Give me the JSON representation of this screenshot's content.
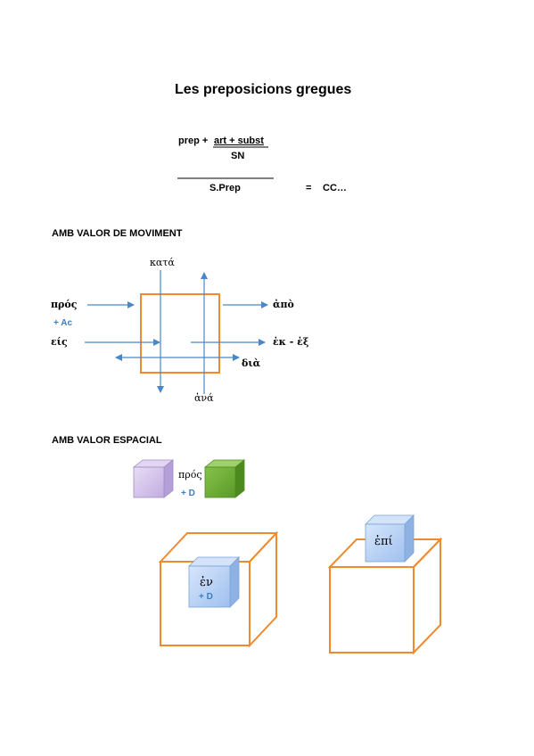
{
  "title": "Les preposicions gregues",
  "formula": {
    "prep": "prep +",
    "art_subst": "art + subst",
    "sn": "SN",
    "sprep": "S.Prep",
    "equals": "=",
    "cc": "CC…"
  },
  "sections": {
    "moviment": "AMB VALOR DE MOVIMENT",
    "espacial": "AMB VALOR ESPACIAL"
  },
  "moviment_labels": {
    "kata": "κατά",
    "pros": "πρός",
    "ac": "+ Ac",
    "eis": "είς",
    "apo": "ἀπὸ",
    "ek": "ἐκ - ἐξ",
    "dia": "διὰ",
    "ana": "ἀνά"
  },
  "espacial_labels": {
    "pros": "πρός",
    "d1": "+ D",
    "en": "ἐν",
    "d2": "+ D",
    "epi": "ἐπί"
  },
  "colors": {
    "orange": "#f08a2e",
    "arrow_blue": "#4a86c8",
    "label_blue": "#3a7fc1",
    "purple_cube": "#cbb8e6",
    "green_cube": "#6aa632",
    "blue_cube": "#a9c8f0"
  }
}
